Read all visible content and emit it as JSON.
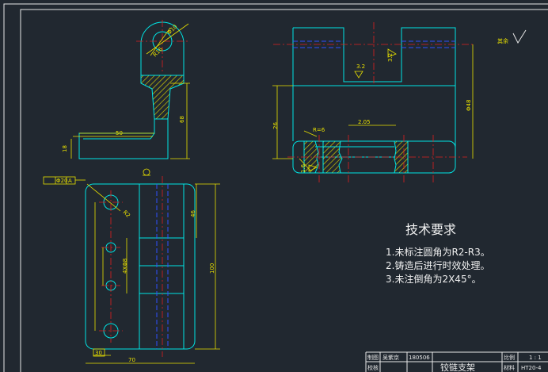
{
  "drawing": {
    "title_block": {
      "designer_label": "制图",
      "designer_name": "吴紫京",
      "date": "180506",
      "checker_label": "校核",
      "part_name": "铰链支架",
      "scale_label": "比例",
      "scale_value": "1 : 1",
      "material_label": "材料",
      "material_value": "HT20-4"
    },
    "tech_requirements": {
      "heading": "技术要求",
      "items": [
        "1.未标注圆角为R2-R3。",
        "2.铸造后进行时效处理。",
        "3.未注倒角为2X45°。"
      ]
    },
    "roughness_note": "其余",
    "dims": {
      "side_50": "50",
      "side_18": "18",
      "side_68": "68",
      "side_r16": "R16",
      "side_phi10": "Φ10",
      "front_32": "3.2",
      "front_32b": "3.2",
      "front_26": "26",
      "front_phi": "Φ48",
      "front_r6": "R=6",
      "front_tol": "2.05",
      "front_16": "1.6",
      "plan_46": "46",
      "plan_100": "100",
      "plan_70": "70",
      "plan_30": "30",
      "plan_r2": "R2",
      "plan_ref": "Φ20",
      "plan_ref_a": "A",
      "plan_phi6": "4XΦ8"
    }
  }
}
